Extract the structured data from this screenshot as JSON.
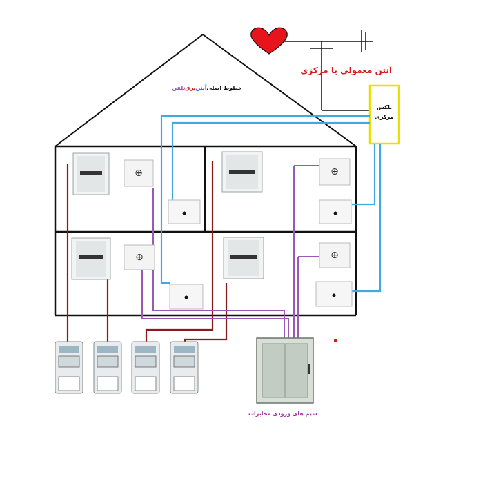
{
  "labels": {
    "antenna": "آنتن معمولی یا مرکزی",
    "main_lines_part1": "خطوط اصلی",
    "main_lines_part2": "آنتن",
    "main_lines_part3": "برق",
    "main_lines_part4": "تلفن",
    "amplifier_line1": "بلکس",
    "amplifier_line2": "مرکزی",
    "telecom_box": "سیم های ورودی مخابرات"
  },
  "colors": {
    "power": "#8b1a1a",
    "phone": "#9b59b6",
    "antenna": "#3fa9e0",
    "amplifier_border": "#e8e000",
    "antenna_label": "#d41c1c",
    "main_lines_blue": "#2a6fdb",
    "main_lines_red": "#d41c1c",
    "telecom_label": "#9b2fa0",
    "heart": "#e8141c"
  }
}
